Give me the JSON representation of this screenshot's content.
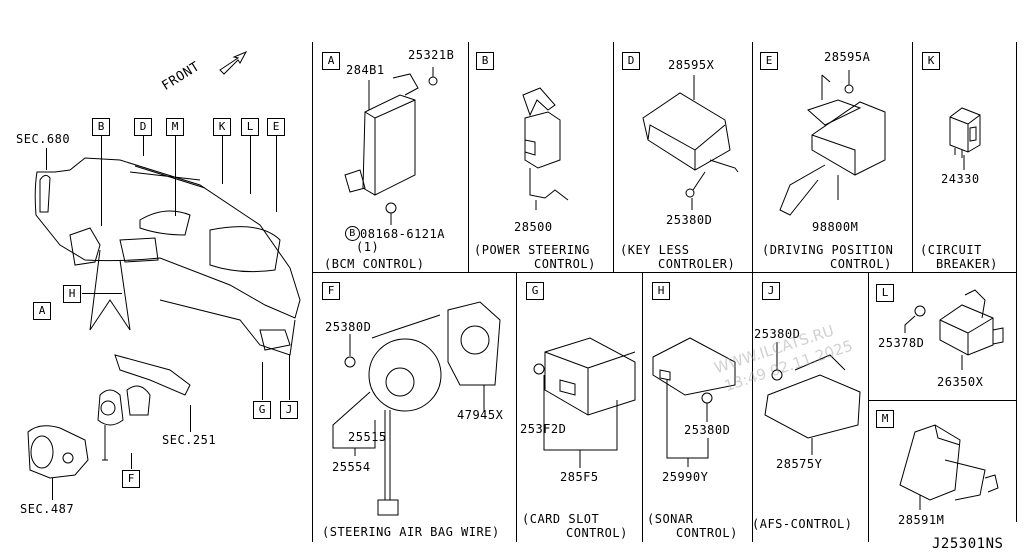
{
  "overview": {
    "front_label": "FRONT",
    "sec_refs": [
      "SEC.680",
      "SEC.251",
      "SEC.487"
    ],
    "callouts": [
      "B",
      "D",
      "M",
      "K",
      "L",
      "E",
      "A",
      "H",
      "G",
      "J",
      "F"
    ]
  },
  "panels": {
    "A": {
      "letter": "A",
      "parts": [
        "284B1",
        "25321B",
        "08168-6121A"
      ],
      "bolt_marker": "B",
      "qty": "(1)",
      "caption": "(BCM CONTROL)"
    },
    "B": {
      "letter": "B",
      "parts": [
        "28500"
      ],
      "caption_line1": "(POWER STEERING",
      "caption_line2": "CONTROL)"
    },
    "D": {
      "letter": "D",
      "parts": [
        "28595X",
        "25380D"
      ],
      "caption_line1": "(KEY LESS",
      "caption_line2": "CONTROLER)"
    },
    "E": {
      "letter": "E",
      "parts": [
        "28595A",
        "98800M"
      ],
      "caption_line1": "(DRIVING POSITION",
      "caption_line2": "CONTROL)"
    },
    "K": {
      "letter": "K",
      "parts": [
        "24330"
      ],
      "caption_line1": "(CIRCUIT",
      "caption_line2": "BREAKER)"
    },
    "F": {
      "letter": "F",
      "parts": [
        "25380D",
        "47945X",
        "25515",
        "25554"
      ],
      "caption": "(STEERING AIR BAG WIRE)"
    },
    "G": {
      "letter": "G",
      "parts": [
        "253F2D",
        "285F5"
      ],
      "caption_line1": "(CARD SLOT",
      "caption_line2": "CONTROL)"
    },
    "H": {
      "letter": "H",
      "parts": [
        "25380D",
        "25990Y"
      ],
      "caption_line1": "(SONAR",
      "caption_line2": "CONTROL)"
    },
    "J": {
      "letter": "J",
      "parts": [
        "25380D",
        "28575Y"
      ],
      "caption": "(AFS-CONTROL)"
    },
    "L": {
      "letter": "L",
      "parts": [
        "25378D",
        "26350X"
      ]
    },
    "M": {
      "letter": "M",
      "parts": [
        "28591M"
      ]
    }
  },
  "watermark": {
    "line1": "WWW.ILCATS.RU",
    "line2": "13:49 02.11.2025"
  },
  "diagram_code": "J25301NS"
}
